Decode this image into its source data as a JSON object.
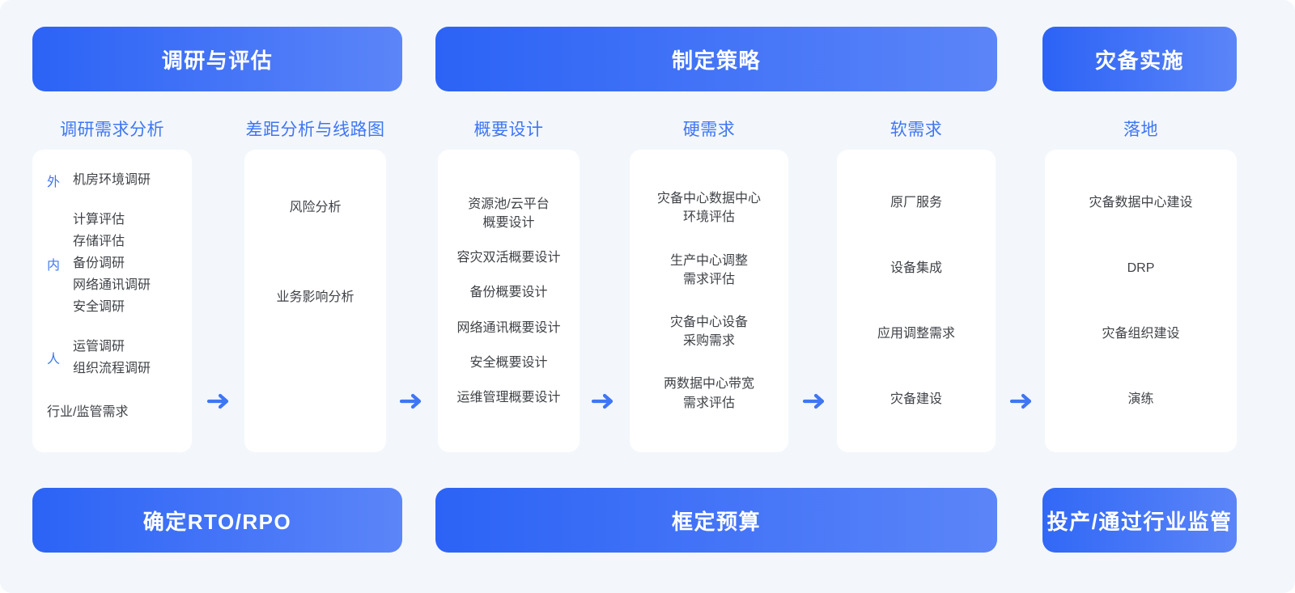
{
  "theme": {
    "background": "#f3f7fb",
    "banner_gradient_from": "#2c63f6",
    "banner_gradient_to": "#5b85f8",
    "accent_blue": "#3f76f3",
    "text_dark": "#3f4247",
    "card_background": "#ffffff"
  },
  "phases": [
    {
      "label": "调研与评估"
    },
    {
      "label": "制定策略"
    },
    {
      "label": "灾备实施"
    }
  ],
  "outcomes": [
    {
      "label": "确定RTO/RPO"
    },
    {
      "label": "框定预算"
    },
    {
      "label": "投产/通过行业监管"
    }
  ],
  "columns": [
    {
      "title": "调研需求分析",
      "type": "categorized",
      "groups": [
        {
          "label": "外",
          "items": [
            "机房环境调研"
          ]
        },
        {
          "label": "内",
          "items": [
            "计算评估",
            "存储评估",
            "备份调研",
            "网络通讯调研",
            "安全调研"
          ]
        },
        {
          "label": "人",
          "items": [
            "运管调研",
            "组织流程调研"
          ]
        }
      ],
      "footer": "行业/监管需求"
    },
    {
      "title": "差距分析与线路图",
      "type": "sparse",
      "items": [
        "风险分析",
        "业务影响分析"
      ]
    },
    {
      "title": "概要设计",
      "type": "list",
      "items": [
        "资源池/云平台\n概要设计",
        "容灾双活概要设计",
        "备份概要设计",
        "网络通讯概要设计",
        "安全概要设计",
        "运维管理概要设计"
      ]
    },
    {
      "title": "硬需求",
      "type": "list",
      "items": [
        "灾备中心数据中心\n环境评估",
        "生产中心调整\n需求评估",
        "灾备中心设备\n采购需求",
        "两数据中心带宽\n需求评估"
      ]
    },
    {
      "title": "软需求",
      "type": "list",
      "items": [
        "原厂服务",
        "设备集成",
        "应用调整需求",
        "灾备建设"
      ]
    },
    {
      "title": "落地",
      "type": "list",
      "items": [
        "灾备数据中心建设",
        "DRP",
        "灾备组织建设",
        "演练"
      ]
    }
  ],
  "arrows": [
    {
      "name": "arrow-1"
    },
    {
      "name": "arrow-2"
    },
    {
      "name": "arrow-3"
    },
    {
      "name": "arrow-4"
    },
    {
      "name": "arrow-5"
    }
  ]
}
